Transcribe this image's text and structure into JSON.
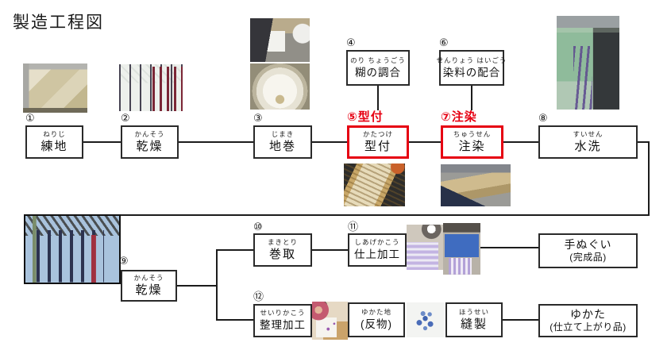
{
  "title": "製造工程図",
  "colors": {
    "accent_red": "#e60012",
    "line": "#1c1c1c",
    "box_border": "#2a2a2a"
  },
  "steps": [
    {
      "num": "①",
      "ruby": "ねりじ",
      "label": "練地"
    },
    {
      "num": "②",
      "ruby": "かんそう",
      "label": "乾燥"
    },
    {
      "num": "③",
      "ruby": "じまき",
      "label": "地巻"
    },
    {
      "num": "④",
      "ruby": "のり ちょうごう",
      "label": "糊の調合"
    },
    {
      "num": "⑤",
      "ruby": "かたつけ",
      "label": "型付",
      "overlay": "⑤型付",
      "highlighted": true
    },
    {
      "num": "⑥",
      "ruby": "せんりょう はいごう",
      "label": "染料の配合"
    },
    {
      "num": "⑦",
      "ruby": "ちゅうせん",
      "label": "注染",
      "overlay": "⑦注染",
      "highlighted": true
    },
    {
      "num": "⑧",
      "ruby": "すいせん",
      "label": "水洗"
    },
    {
      "num": "⑨",
      "ruby": "かんそう",
      "label": "乾燥"
    },
    {
      "num": "⑩",
      "ruby": "まきとり",
      "label": "巻取"
    },
    {
      "num": "⑪",
      "ruby": "しあげかこう",
      "label": "仕上加工"
    },
    {
      "num": "⑫",
      "ruby": "せいりかこう",
      "label": "整理加工"
    }
  ],
  "products": {
    "tenugui": {
      "line1": "手ぬぐい",
      "line2": "(完成品)"
    },
    "tanmono": {
      "ruby": "ゆかた地",
      "label": "(反物)"
    },
    "housei": {
      "ruby": "ほうせい",
      "label": "縫製"
    },
    "yukata": {
      "line1": "ゆかた",
      "line2": "(仕立て上がり品)"
    }
  },
  "photo_labels": [
    "photo-soaking-vats",
    "photo-hanging-dyed-strips",
    "photo-cloth-inspection",
    "photo-fabric-roll",
    "photo-stencil-frame",
    "photo-dye-pouring",
    "photo-rinsing-channel",
    "photo-outdoor-drying",
    "photo-folded-fabric-stacks",
    "photo-winding-machine",
    "photo-finishing-table",
    "photo-blue-pattern-fabric"
  ]
}
